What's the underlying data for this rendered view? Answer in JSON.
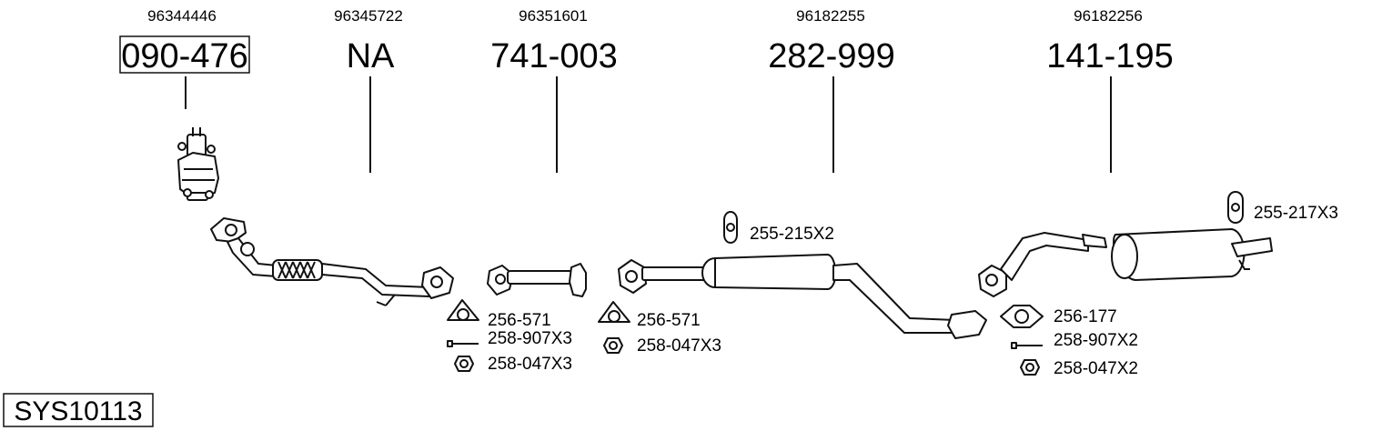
{
  "title": "SYS10113",
  "columns": [
    {
      "oe": "96344446",
      "part": "090-476"
    },
    {
      "oe": "96345722",
      "part": "NA"
    },
    {
      "oe": "96351601",
      "part": "741-003"
    },
    {
      "oe": "96182255",
      "part": "282-999"
    },
    {
      "oe": "96182256",
      "part": "141-195"
    }
  ],
  "accessories": [
    "255-215X2",
    "255-217X3",
    "256-571",
    "258-907X3",
    "258-047X3",
    "256-571",
    "258-047X3",
    "256-177",
    "258-907X2",
    "258-047X2"
  ]
}
